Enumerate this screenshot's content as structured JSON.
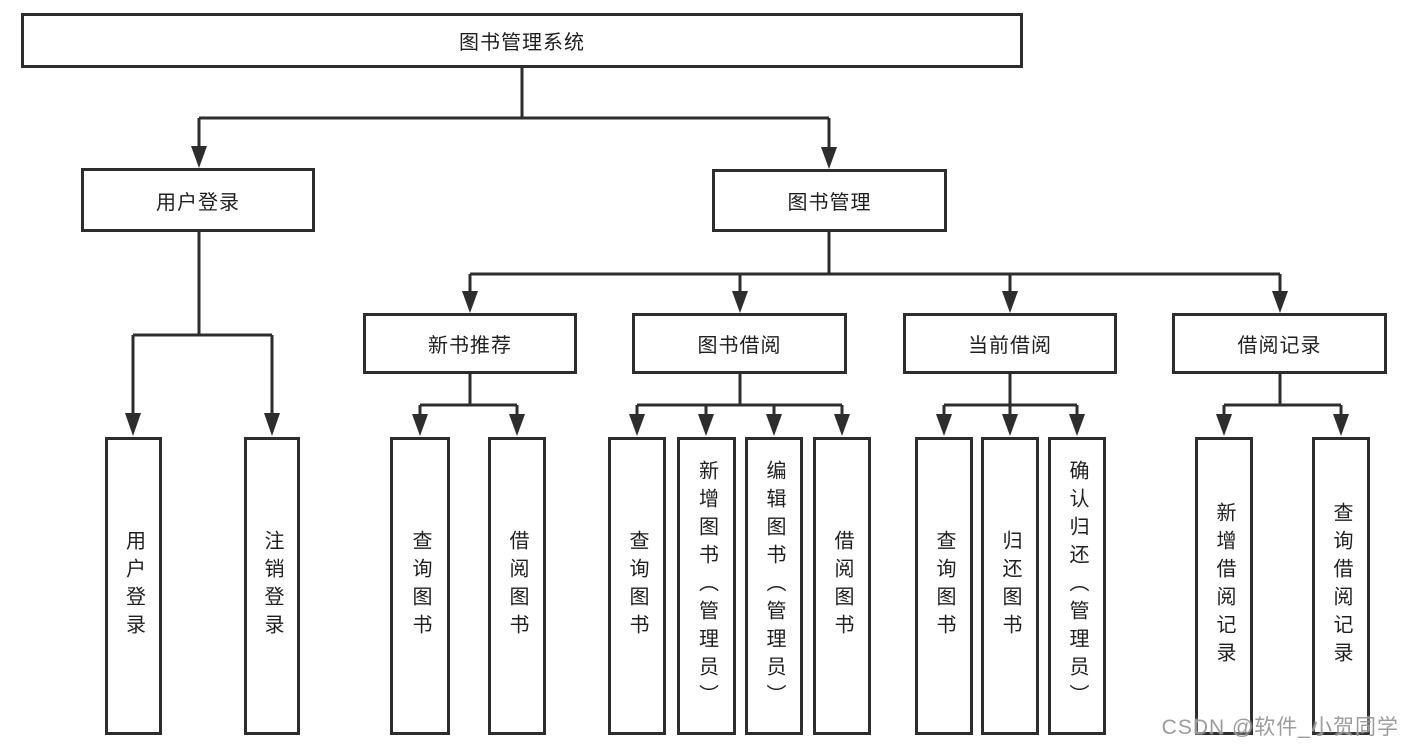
{
  "diagram_type": "org-chart",
  "tree": {
    "label": "图书管理系统",
    "children": [
      {
        "label": "用户登录",
        "children": [
          {
            "label": "用户登录"
          },
          {
            "label": "注销登录"
          }
        ]
      },
      {
        "label": "图书管理",
        "children": [
          {
            "label": "新书推荐",
            "children": [
              {
                "label": "查询图书"
              },
              {
                "label": "借阅图书"
              }
            ]
          },
          {
            "label": "图书借阅",
            "children": [
              {
                "label": "查询图书"
              },
              {
                "label": "新增图书（管理员）"
              },
              {
                "label": "编辑图书（管理员）"
              },
              {
                "label": "借阅图书"
              }
            ]
          },
          {
            "label": "当前借阅",
            "children": [
              {
                "label": "查询图书"
              },
              {
                "label": "归还图书"
              },
              {
                "label": "确认归还（管理员）"
              }
            ]
          },
          {
            "label": "借阅记录",
            "children": [
              {
                "label": "新增借阅记录"
              },
              {
                "label": "查询借阅记录"
              }
            ]
          }
        ]
      }
    ]
  },
  "watermark": {
    "text": "CSDN @软件_小贺同学"
  },
  "colors": {
    "line": "#2d2d2d",
    "text": "#1f1f1f",
    "background": "#ffffff",
    "watermark": "#949494"
  }
}
